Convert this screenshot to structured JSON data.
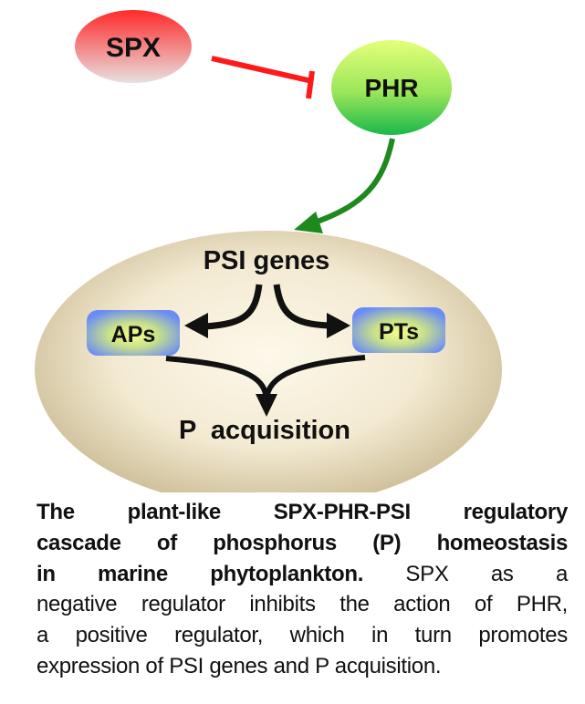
{
  "diagram": {
    "nodes": {
      "spx": "SPX",
      "phr": "PHR",
      "psi_genes": "PSI genes",
      "aps": "APs",
      "pts": "PTs",
      "p_acquisition": "P  acquisition"
    },
    "colors": {
      "inhibit": "#ff1a1a",
      "promote": "#1e8a1e",
      "cell": "#d8cbab",
      "box": "#6f8ff5"
    }
  },
  "caption": {
    "line1_bold": "The plant-like SPX-PHR-PSI regulatory",
    "line2_bold": "cascade of phosphorus (P) homeostasis",
    "line3_bold": "in marine phytoplankton.",
    "line3_regular": " SPX as a",
    "line4": "negative regulator inhibits the action of PHR,",
    "line5": "a positive regulator, which in turn promotes",
    "line6": "expression of PSI genes and P acquisition."
  }
}
